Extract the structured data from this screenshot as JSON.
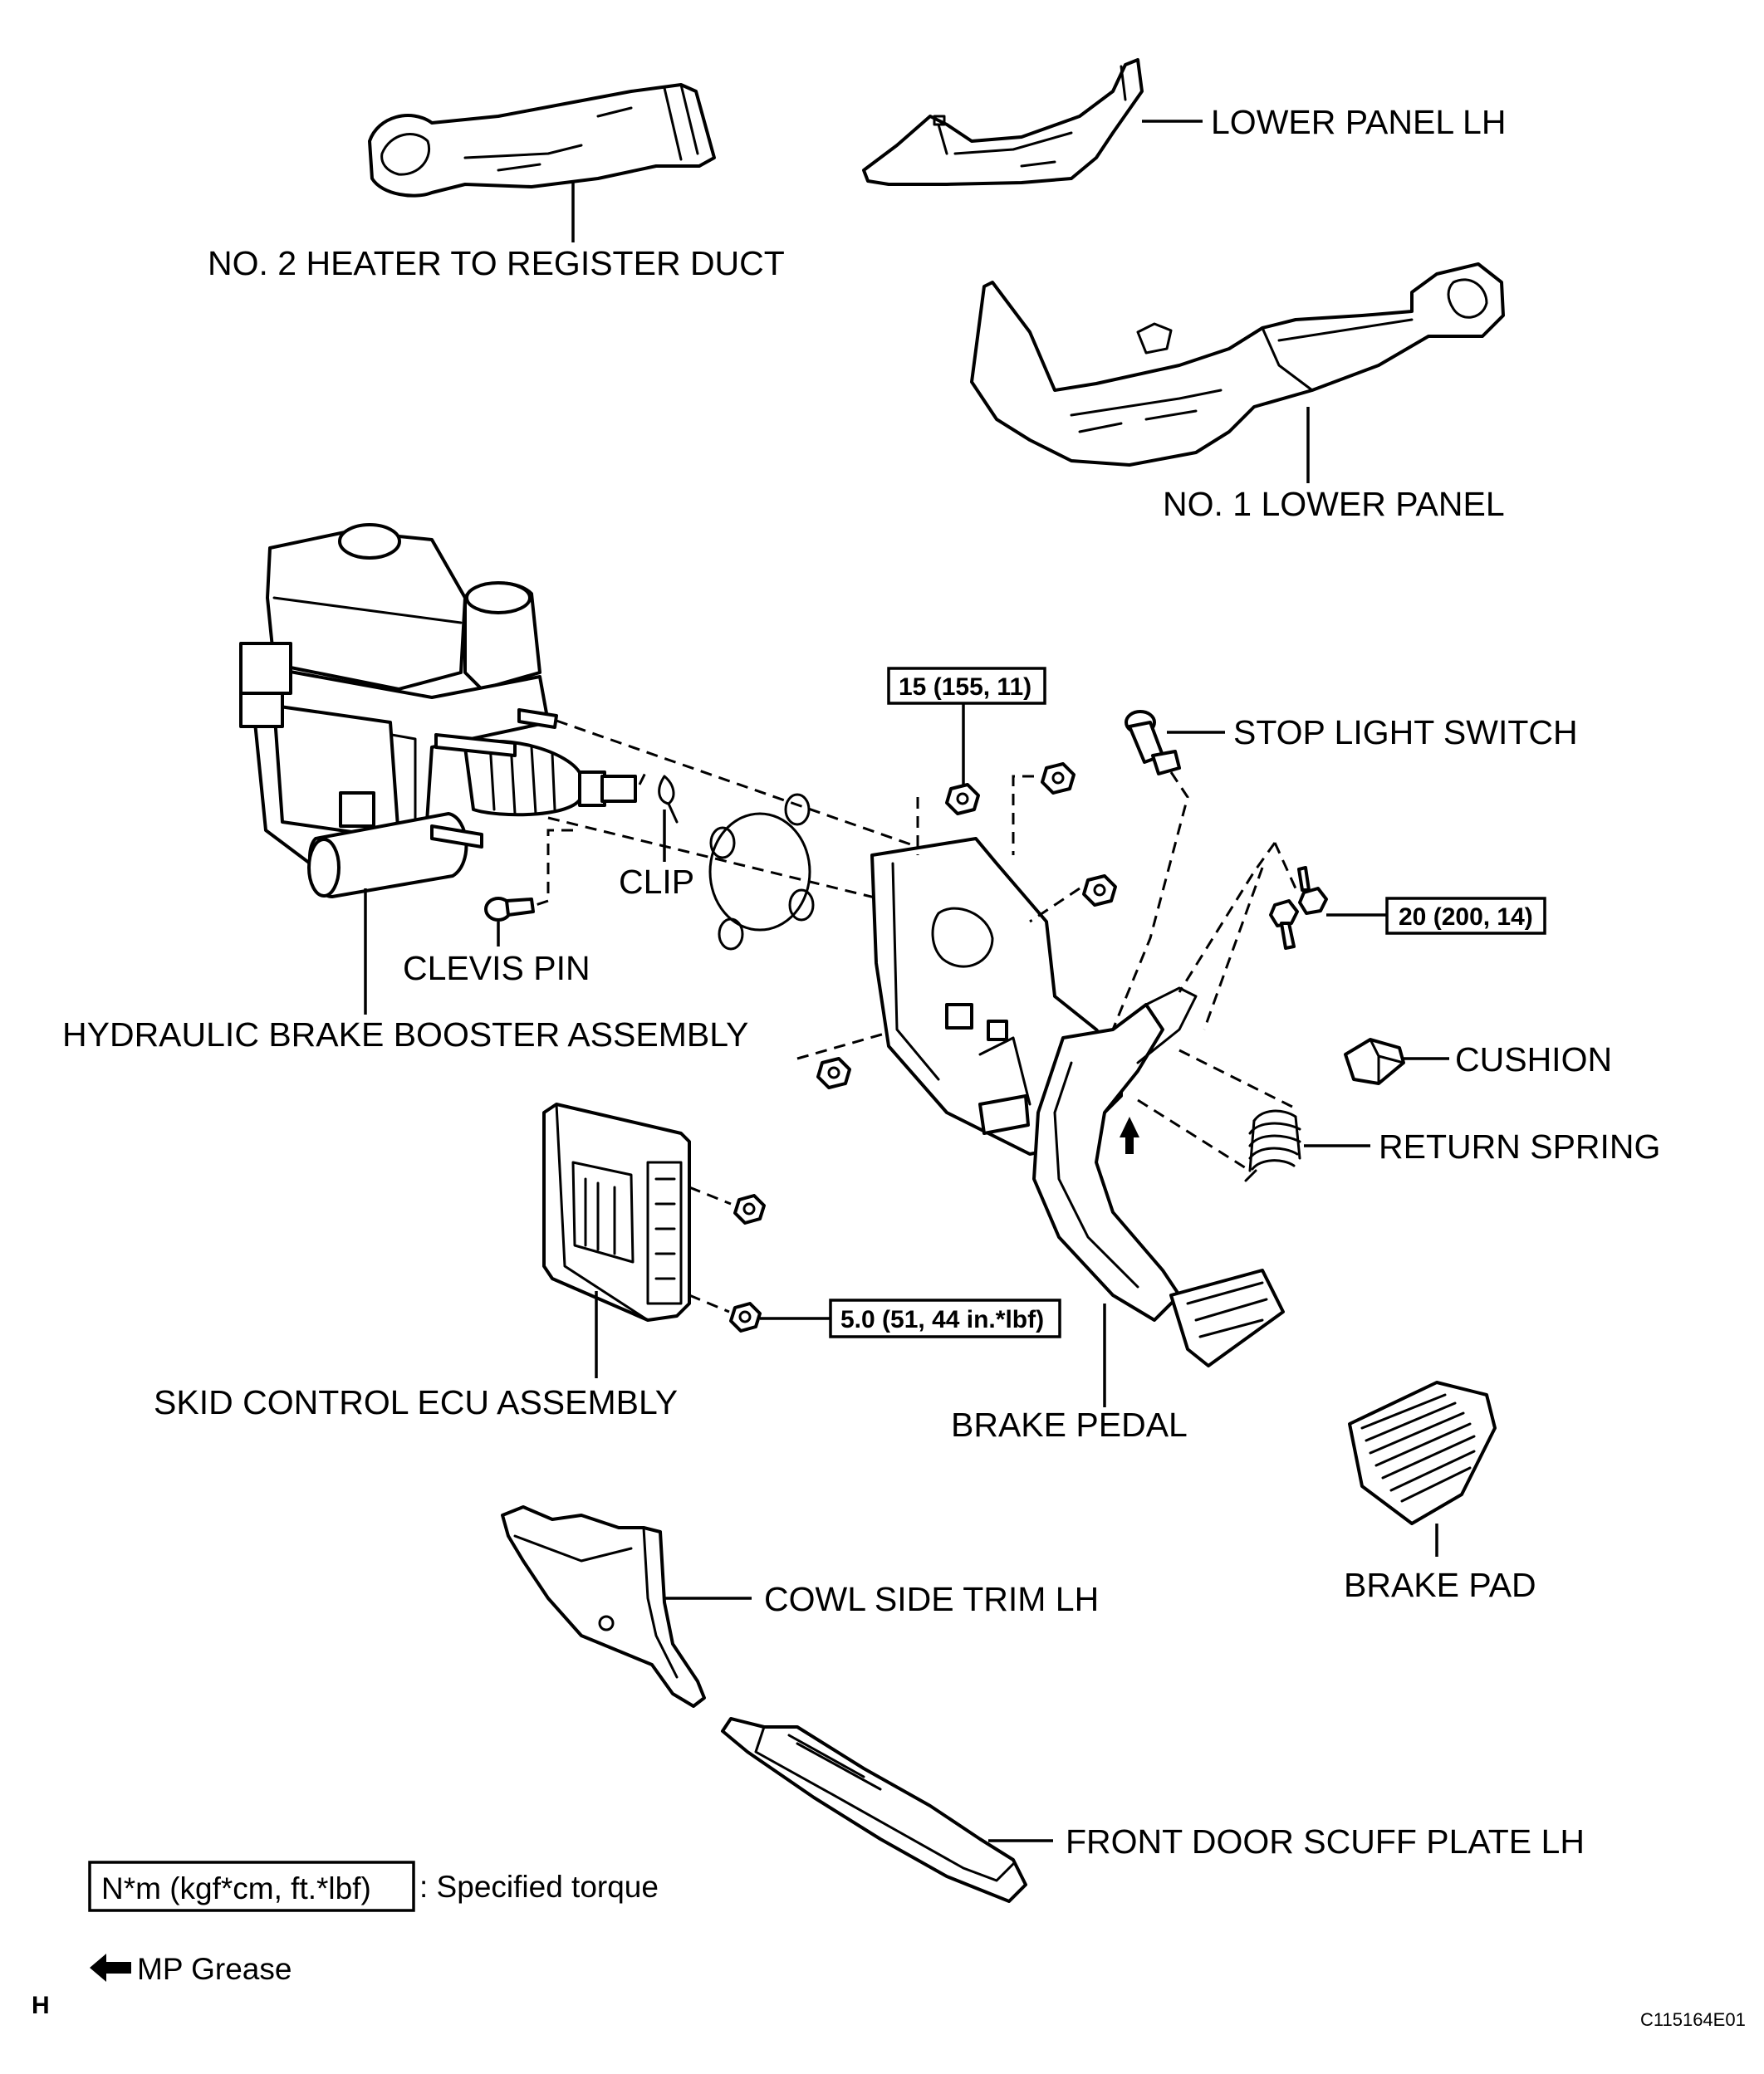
{
  "labels": {
    "heater_duct": "NO. 2 HEATER TO REGISTER DUCT",
    "lower_panel_lh": "LOWER PANEL LH",
    "no1_lower_panel": "NO. 1 LOWER PANEL",
    "stop_light_switch": "STOP LIGHT SWITCH",
    "clip": "CLIP",
    "clevis_pin": "CLEVIS PIN",
    "hydraulic_booster": "HYDRAULIC BRAKE BOOSTER ASSEMBLY",
    "cushion": "CUSHION",
    "return_spring": "RETURN SPRING",
    "skid_ecu": "SKID CONTROL ECU ASSEMBLY",
    "brake_pedal": "BRAKE PEDAL",
    "brake_pad": "BRAKE PAD",
    "cowl_trim": "COWL SIDE TRIM LH",
    "scuff_plate": "FRONT DOOR SCUFF PLATE LH"
  },
  "torques": {
    "pedal_bracket_nut": "15 (155, 11)",
    "pedal_bolt": "20 (200, 14)",
    "ecu_nut": "5.0 (51, 44 in.*lbf)"
  },
  "legend": {
    "torque_box": "N*m (kgf*cm, ft.*lbf)",
    "torque_text": ": Specified torque",
    "grease_text": "MP Grease"
  },
  "footer": {
    "corner_letter": "H",
    "figure_code": "C115164E01"
  }
}
